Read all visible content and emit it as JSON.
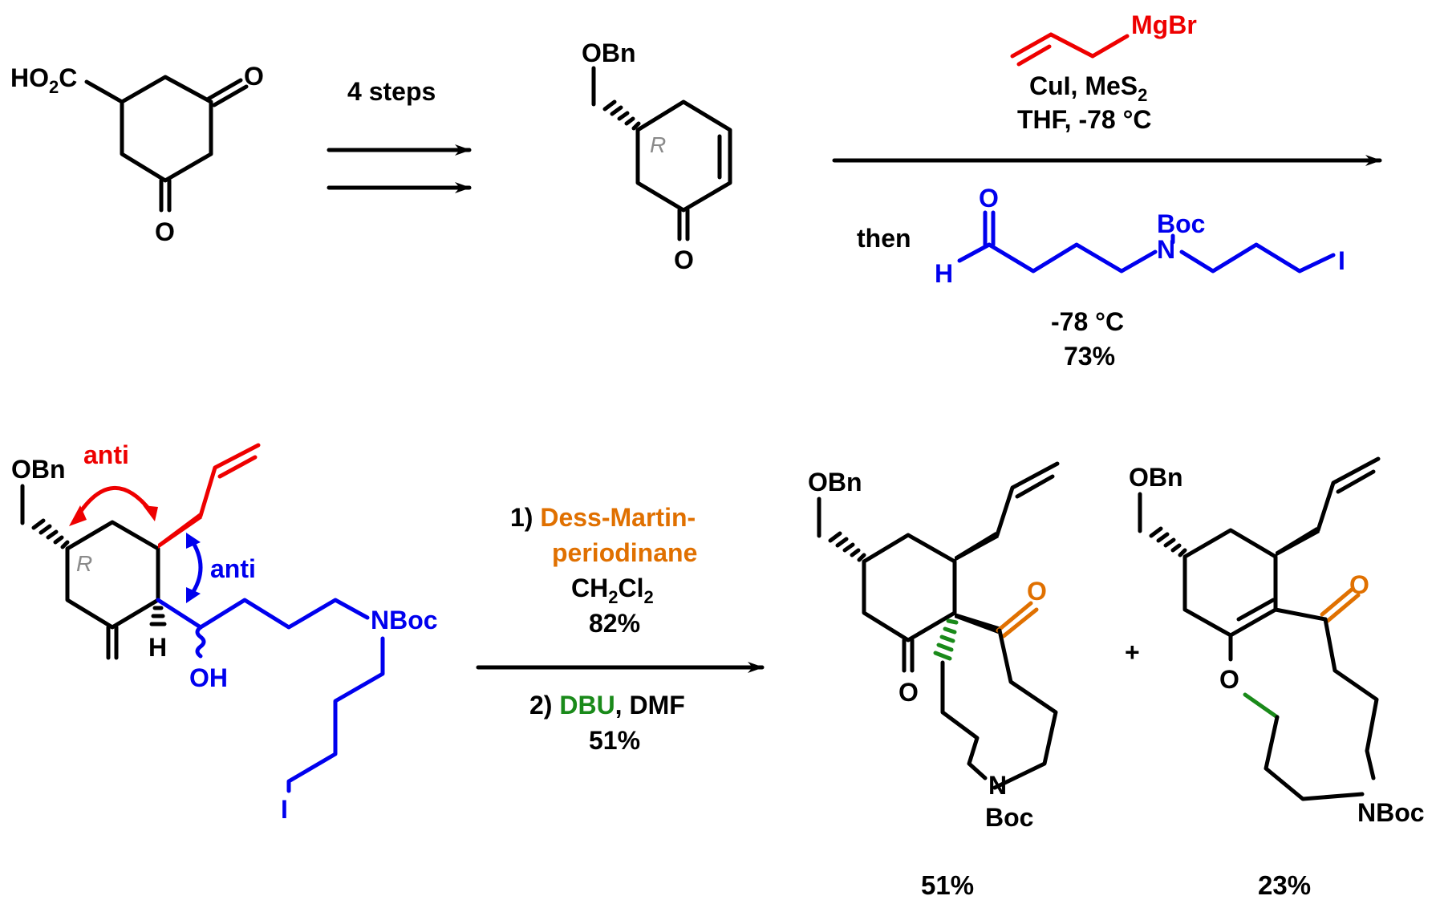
{
  "colors": {
    "black": "#000000",
    "blue": "#0000ee",
    "red": "#ee0000",
    "orange": "#e07000",
    "green": "#1a8a1a",
    "gray": "#8a8a8a"
  },
  "labels": {
    "ho2c": "HO",
    "ho2c_sub": "2",
    "ho2c_tail": "C",
    "O": "O",
    "OBn": "OBn",
    "R": "R",
    "H": "H",
    "OH": "OH",
    "NBoc": "NBoc",
    "N": "N",
    "Boc": "Boc",
    "I": "I",
    "anti": "anti",
    "plus": "+"
  },
  "step1": {
    "conditions": "4 steps"
  },
  "step2": {
    "reagent": "MgBr",
    "cat_a": "CuI, MeS",
    "cat_a_sub": "2",
    "solvent": "THF,  -78 °C",
    "then": "then",
    "aldehyde_H": "H",
    "aldehyde_O": "O",
    "temp": "-78 °C",
    "yield": "73%"
  },
  "step3": {
    "s1_prefix": "1) ",
    "s1_reagent_a": "Dess-Martin-",
    "s1_reagent_b": "periodinane",
    "s1_solvent": "CH",
    "s1_solvent_sub1": "2",
    "s1_solvent_mid": "Cl",
    "s1_solvent_sub2": "2",
    "s1_yield": "82%",
    "s2_prefix": "2) ",
    "s2_reagent": "DBU",
    "s2_solvent": ", DMF",
    "s2_yield": "51%"
  },
  "products": {
    "p1_yield": "51%",
    "p2_yield": "23%"
  }
}
